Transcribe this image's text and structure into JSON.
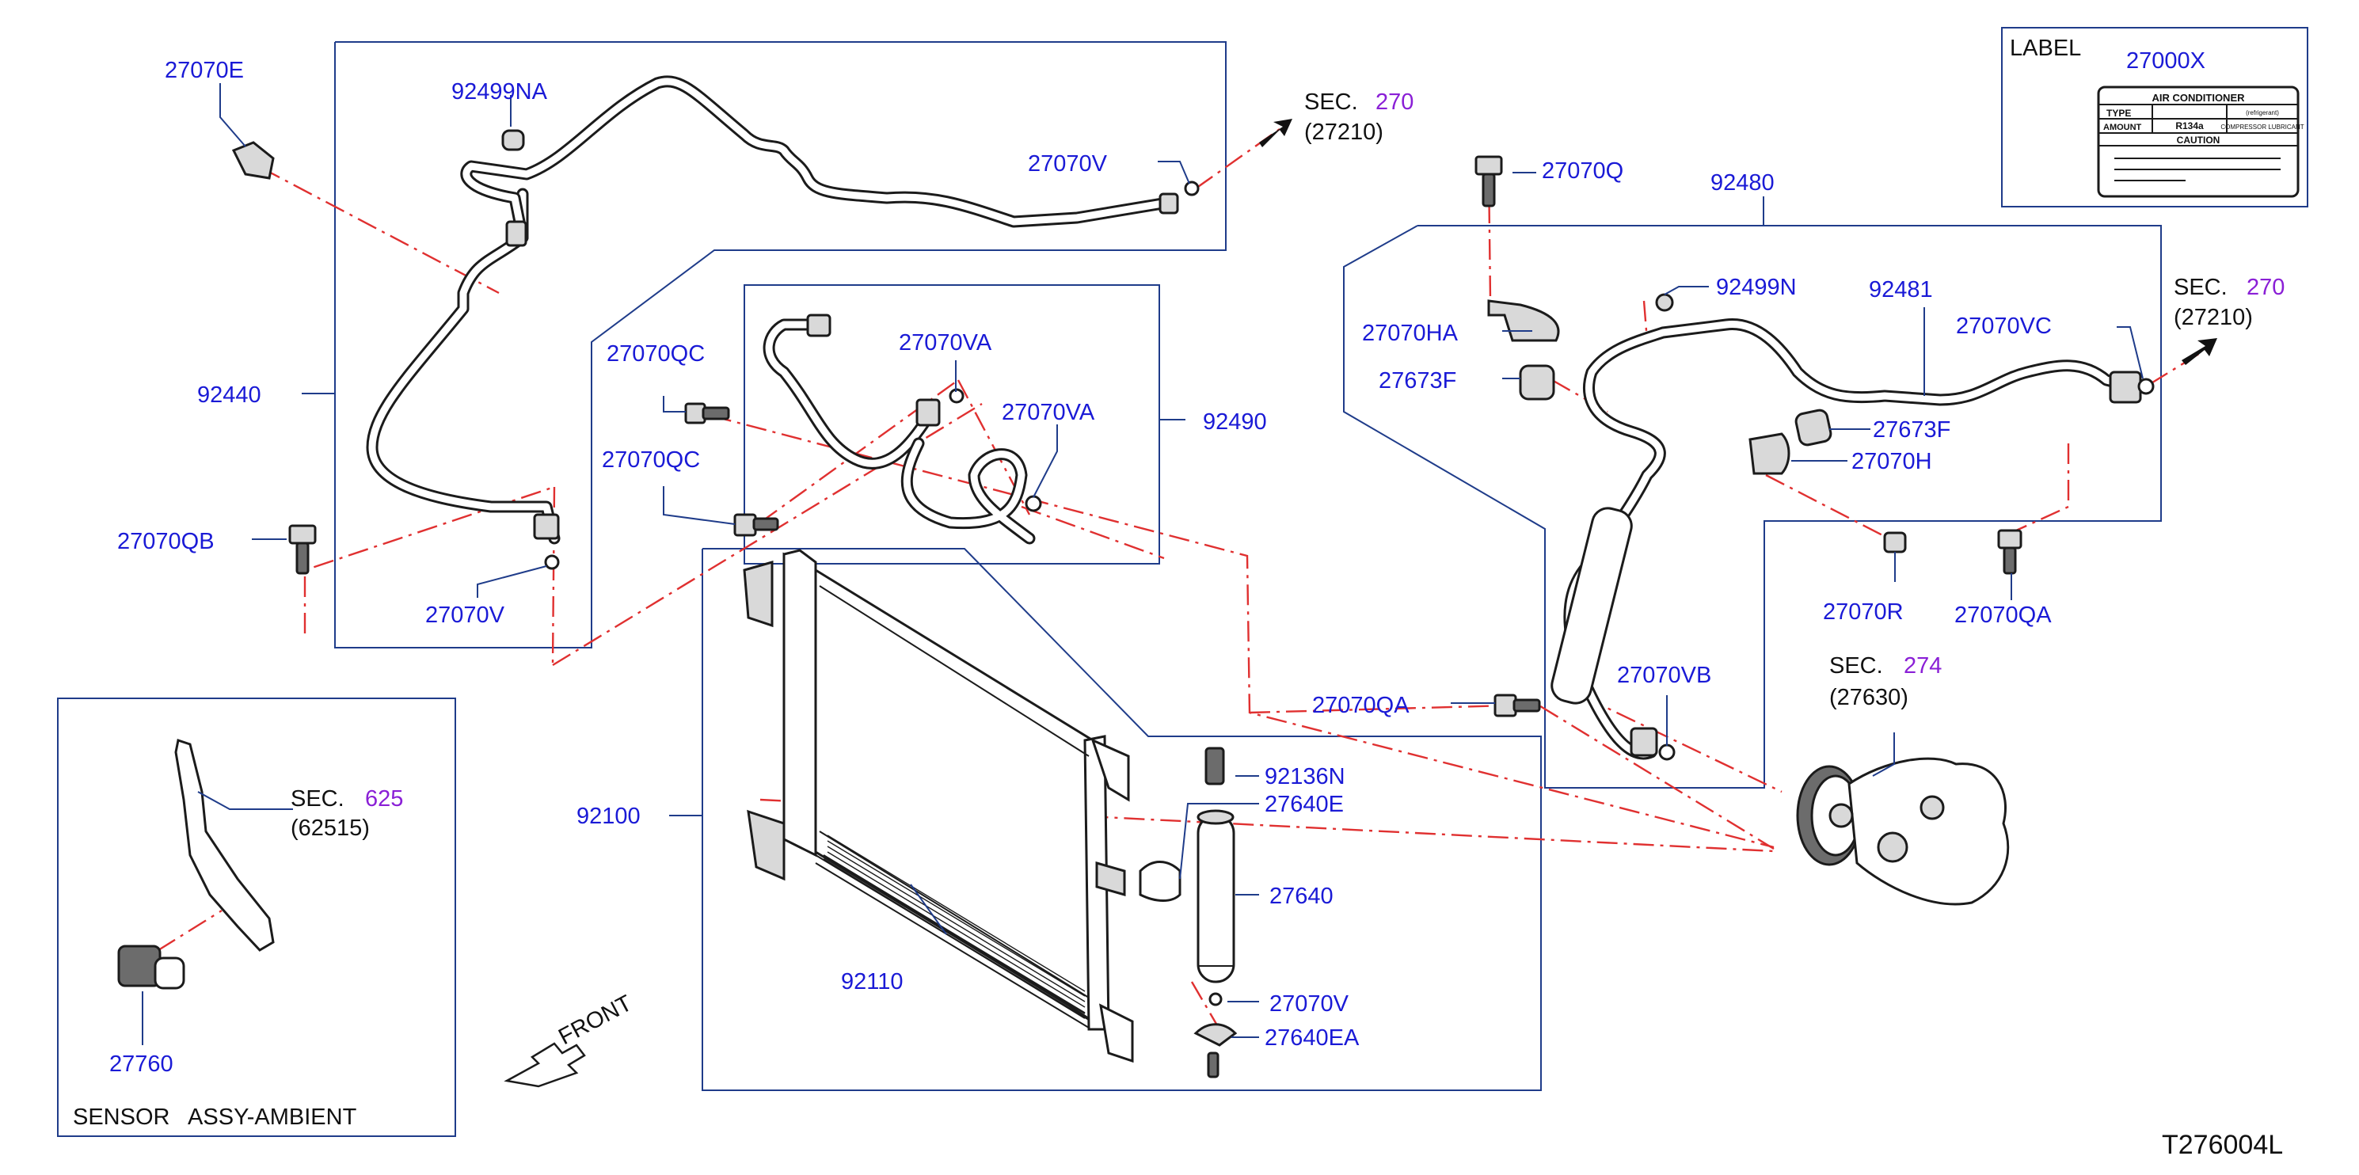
{
  "diagram_code": "T276004L",
  "label_box": {
    "title": "LABEL",
    "part_no": "27000X",
    "card_title": "AIR CONDITIONER",
    "card_header_right_1": "(refrigerant)",
    "card_header_right_2": "COMPRESSOR LUBRICANT",
    "card_row_type": "TYPE",
    "card_row_type_value": "R134a",
    "card_row_amount": "AMOUNT",
    "card_caution": "CAUTION"
  },
  "sensor_box": {
    "title": "SENSOR   ASSY-AMBIENT",
    "part_no": "27760",
    "sec_prefix": "SEC.",
    "sec_num": "625",
    "sec_ref": "(62515)"
  },
  "front_label": "FRONT",
  "sec_refs": {
    "top": {
      "prefix": "SEC.",
      "num": "270",
      "ref": "(27210)"
    },
    "right": {
      "prefix": "SEC.",
      "num": "270",
      "ref": "(27210)"
    },
    "compressor": {
      "prefix": "SEC.",
      "num": "274",
      "ref": "(27630)"
    }
  },
  "labels": {
    "p27070E": "27070E",
    "p92499NA": "92499NA",
    "p27070V_top": "27070V",
    "p92440": "92440",
    "p27070QB": "27070QB",
    "p27070V_left": "27070V",
    "p27070QC_1": "27070QC",
    "p27070QC_2": "27070QC",
    "p27070VA_1": "27070VA",
    "p27070VA_2": "27070VA",
    "p92490": "92490",
    "p92100": "92100",
    "p92110": "92110",
    "p92136N": "92136N",
    "p27640E": "27640E",
    "p27640": "27640",
    "p27070V_bottom": "27070V",
    "p27640EA": "27640EA",
    "p27070QA_mid": "27070QA",
    "p27070Q": "27070Q",
    "p92480": "92480",
    "p92499N": "92499N",
    "p92481": "92481",
    "p27070VC": "27070VC",
    "p27070HA": "27070HA",
    "p27673F_left": "27673F",
    "p27673F_right": "27673F",
    "p27070H": "27070H",
    "p27070R": "27070R",
    "p27070QA_right": "27070QA",
    "p27070VB": "27070VB"
  },
  "colors": {
    "part_number": "#1a1ad6",
    "section_number": "#8a1fd6",
    "frame_line": "#1f3c8a",
    "centerline": "#e03030",
    "part_outline": "#1b1b1b"
  }
}
